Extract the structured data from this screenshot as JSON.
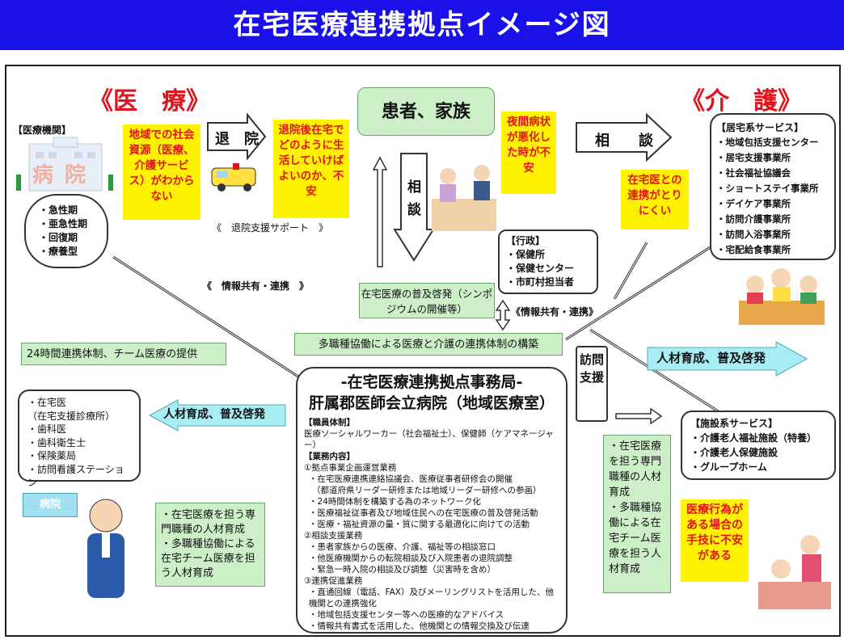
{
  "title": "在宅医療連携拠点イメージ図",
  "medical_header": "《医　療》",
  "care_header": "《介　護》",
  "hospital_label": "【医療機関】",
  "hospital_sign": "病院",
  "concern_left": "地域での社会資源（医療、介護サービス）がわからない",
  "discharge_arrow": "退　院",
  "concern_discharge": "退院後在宅でどのように生活していけばよいのか、不安",
  "discharge_support": "《　退院支援サポート　》",
  "patient_box": "患者、家族",
  "consult_vertical": "相談",
  "concern_night": "夜間病状が悪化した時が不安",
  "consult_right": "相　　談",
  "concern_care": "在宅医との連携がとりにくい",
  "hospital_phases": [
    "・急性期",
    "・亜急性期",
    "・回復期",
    "・療養型"
  ],
  "home_services": {
    "title": "【居宅系サービス】",
    "items": [
      "・地域包括支援センター",
      "・居宅支援事業所",
      "・社会福祉協議会",
      "・ショートステイ事業所",
      "・デイケア事業所",
      "・訪問介護事業所",
      "・訪問入浴事業所",
      "・宅配給食事業所"
    ]
  },
  "gov_box": {
    "title": "【行政】",
    "items": [
      "・保健所",
      "・保健センター",
      "・市町村担当者"
    ]
  },
  "info_share_left": "《　情報共有・連携　》",
  "info_share_right": "《情報共有・連携》",
  "promotion": "在宅医療の普及啓発（シンポジウムの開催等）",
  "team_24h": "24時間連携体制、チーム医療の提供",
  "multi_collab": "多職種協働による医療と介護の連携体制の構築",
  "hr_right": "人材育成、普及啓発",
  "hr_left": "人材育成、普及啓発",
  "visit_support": "訪問支援",
  "office": {
    "line1": "-在宅医療連携拠点事務局-",
    "line2": "肝属郡医師会立病院（地域医療室）",
    "staff_title": "【職員体制】",
    "staff_text": "医療ソーシャルワーカー（社会福祉士）、保健師（ケアマネージャー）",
    "work_title": "【業務内容】",
    "work_items": [
      "①拠点事業企画運営業務",
      "・在宅医療連携連絡協議会、医療従事者研修会の開催",
      "（都道府県リーダー研修または地域リーダー研修への参画）",
      "・24時間体制を構築する為のネットワーク化",
      "・医療福祉従事者及び地域住民への在宅医療の普及啓発活動",
      "・医療・福祉資源の量・質に関する最適化に向けての活動",
      "②相談支援業務",
      "・患者家族からの医療、介護、福祉等の相談窓口",
      "・他医療機関からの転院相談及び入院患者の退院調整",
      "・緊急一時入院の相談及び調整（災害時を含め）",
      "③連携促進業務",
      "・直通回線（電話、FAX）及びメーリングリストを活用した、他機関との連携強化",
      "・地域包括支援センター等への医療的なアドバイス",
      "・情報共有書式を活用した、他機関との情報交換及び伝達"
    ]
  },
  "home_medical": [
    "・在宅医",
    "（在宅支援診療所）",
    "・歯科医",
    "・歯科衛生士",
    "・保険薬局",
    "・訪問看護ステーション"
  ],
  "small_hospital_sign": "病院",
  "left_green": [
    "・在宅医療を担う専門職種の人材育成",
    "・多職種協働による在宅チーム医療を担う人材育成"
  ],
  "mid_green": [
    "・在宅医療を担う専門職種の人材育成",
    "・多職種協働による在宅チーム医療を担う人材育成"
  ],
  "facility_services": {
    "title": "【施設系サービス】",
    "items": [
      "・介護老人福祉施設（特養）",
      "・介護老人保健施設",
      "・グループホーム"
    ]
  },
  "concern_facility": "医療行為がある場合の手技に不安がある",
  "colors": {
    "title_bg": "#1a10e8",
    "red": "#e0141e",
    "yellow": "#fff200",
    "green": "#ccefc8",
    "cyan": "#a8ecf4"
  }
}
